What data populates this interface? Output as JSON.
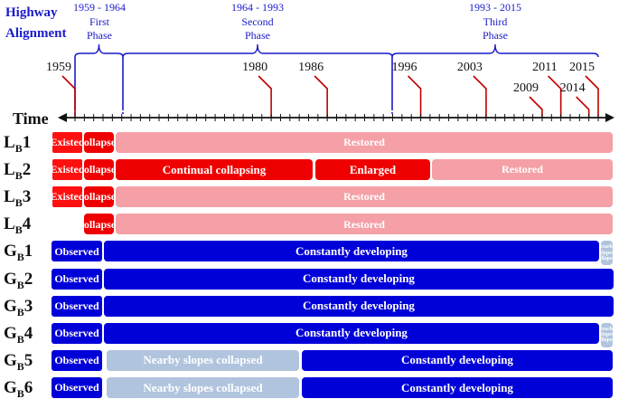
{
  "highway_label": [
    "Highway",
    "Alignment"
  ],
  "time_label": "Time",
  "phases": [
    {
      "range": "1959 - 1964",
      "name": "First",
      "word": "Phase",
      "start_year": 1959,
      "end_year": 1964
    },
    {
      "range": "1964 - 1993",
      "name": "Second",
      "word": "Phase",
      "start_year": 1964,
      "end_year": 1993
    },
    {
      "range": "1993 - 2015",
      "name": "Third",
      "word": "Phase",
      "start_year": 1993,
      "end_year": 2015
    }
  ],
  "year_markers": [
    {
      "year": "1959",
      "value": 1959,
      "label_side": "left",
      "tier": "upper"
    },
    {
      "year": "1980",
      "value": 1980,
      "label_side": "left",
      "tier": "upper"
    },
    {
      "year": "1986",
      "value": 1986,
      "label_side": "left",
      "tier": "upper"
    },
    {
      "year": "1996",
      "value": 1996,
      "label_side": "left",
      "tier": "upper"
    },
    {
      "year": "2003",
      "value": 2003,
      "label_side": "left",
      "tier": "upper"
    },
    {
      "year": "2009",
      "value": 2009,
      "label_side": "left",
      "tier": "lower"
    },
    {
      "year": "2011",
      "value": 2011,
      "label_side": "left",
      "tier": "upper"
    },
    {
      "year": "2014",
      "value": 2014,
      "label_side": "left",
      "tier": "lower"
    },
    {
      "year": "2015",
      "value": 2015,
      "label_side": "left",
      "tier": "upper"
    }
  ],
  "colors": {
    "axis": "#111111",
    "phase_blue": "#1a1acc",
    "marker_red": "#c00000",
    "existed": "#ff1010",
    "collapsed": "#ee0000",
    "restored": "#f4a0a6",
    "observed": "#0000d8",
    "developing": "#0000d8",
    "nearby_collapsed": "#b0c4de"
  },
  "rows": [
    {
      "base": "L",
      "sub": "B",
      "num": "1",
      "segments": [
        {
          "type": "existed",
          "label": "Existed",
          "from": 1958.6,
          "to": 1961.6
        },
        {
          "type": "collapsed",
          "label": "Collapsed",
          "from": 1961.8,
          "to": 1964.8
        },
        {
          "type": "restored",
          "label": "Restored",
          "from": 1965.0,
          "to": 2015.6
        }
      ]
    },
    {
      "base": "L",
      "sub": "B",
      "num": "2",
      "segments": [
        {
          "type": "existed",
          "label": "Existed",
          "from": 1958.6,
          "to": 1961.6
        },
        {
          "type": "collapsed",
          "label": "Collapsed",
          "from": 1961.8,
          "to": 1964.8
        },
        {
          "type": "continual",
          "label": "Continual collapsing",
          "from": 1965.0,
          "to": 1985.0
        },
        {
          "type": "enlarged",
          "label": "Enlarged",
          "from": 1985.3,
          "to": 1997.0
        },
        {
          "type": "restored",
          "label": "Restored",
          "from": 1997.2,
          "to": 2015.6
        }
      ]
    },
    {
      "base": "L",
      "sub": "B",
      "num": "3",
      "segments": [
        {
          "type": "existed",
          "label": "Existed",
          "from": 1958.6,
          "to": 1961.6
        },
        {
          "type": "collapsed",
          "label": "Collapsed",
          "from": 1961.8,
          "to": 1964.8
        },
        {
          "type": "restored",
          "label": "Restored",
          "from": 1965.0,
          "to": 2015.6
        }
      ]
    },
    {
      "base": "L",
      "sub": "B",
      "num": "4",
      "segments": [
        {
          "type": "collapsed",
          "label": "Collapsed",
          "from": 1961.8,
          "to": 1964.8
        },
        {
          "type": "restored",
          "label": "Restored",
          "from": 1965.0,
          "to": 2015.6
        }
      ]
    },
    {
      "base": "G",
      "sub": "B",
      "num": "1",
      "segments": [
        {
          "type": "observed",
          "label": "Observed",
          "from": 1958.5,
          "to": 1963.6
        },
        {
          "type": "developing",
          "label": "Constantly developing",
          "from": 1963.8,
          "to": 2014.2
        },
        {
          "type": "nearby_small",
          "label": "Nearby slopes collapsed",
          "from": 2014.4,
          "to": 2015.6
        }
      ]
    },
    {
      "base": "G",
      "sub": "B",
      "num": "2",
      "segments": [
        {
          "type": "observed",
          "label": "Observed",
          "from": 1958.5,
          "to": 1963.6
        },
        {
          "type": "developing",
          "label": "Constantly developing",
          "from": 1963.8,
          "to": 2015.6
        }
      ]
    },
    {
      "base": "G",
      "sub": "B",
      "num": "3",
      "segments": [
        {
          "type": "observed",
          "label": "Observed",
          "from": 1958.5,
          "to": 1963.6
        },
        {
          "type": "developing",
          "label": "Constantly developing",
          "from": 1963.8,
          "to": 2015.6
        }
      ]
    },
    {
      "base": "G",
      "sub": "B",
      "num": "4",
      "segments": [
        {
          "type": "observed",
          "label": "Observed",
          "from": 1958.5,
          "to": 1963.6
        },
        {
          "type": "developing",
          "label": "Constantly developing",
          "from": 1963.8,
          "to": 2014.2
        },
        {
          "type": "nearby_small",
          "label": "Nearby slopes collapsed",
          "from": 2014.4,
          "to": 2015.6
        }
      ]
    },
    {
      "base": "G",
      "sub": "B",
      "num": "5",
      "segments": [
        {
          "type": "observed",
          "label": "Observed",
          "from": 1958.5,
          "to": 1963.6
        },
        {
          "type": "nearby",
          "label": "Nearby slopes collapsed",
          "from": 1964.1,
          "to": 1983.6
        },
        {
          "type": "developing",
          "label": "Constantly developing",
          "from": 1984.0,
          "to": 2015.6
        }
      ]
    },
    {
      "base": "G",
      "sub": "B",
      "num": "6",
      "segments": [
        {
          "type": "observed",
          "label": "Observed",
          "from": 1958.5,
          "to": 1963.6
        },
        {
          "type": "nearby",
          "label": "Nearby slopes collapsed",
          "from": 1964.1,
          "to": 1983.6
        },
        {
          "type": "developing",
          "label": "Constantly developing",
          "from": 1984.0,
          "to": 2015.6
        }
      ]
    }
  ]
}
